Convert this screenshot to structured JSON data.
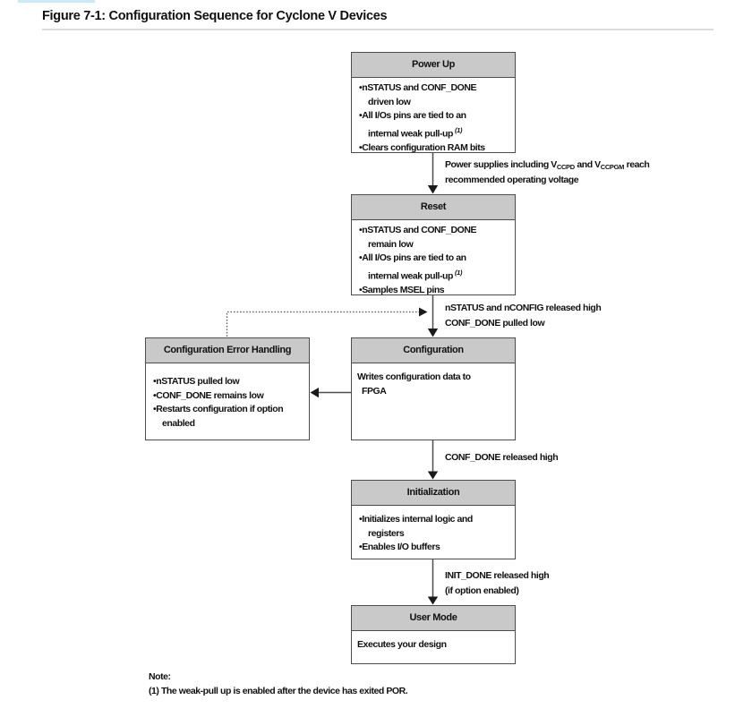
{
  "page": {
    "title": "Figure 7-1: Configuration Sequence for Cyclone V Devices",
    "note_heading": "Note:",
    "note_text": "(1) The weak-pull up is enabled after the device has exited POR."
  },
  "colors": {
    "box_header_fill": "#c9c9c9",
    "box_border": "#4d4d4d",
    "arrow": "#1a1a1a",
    "title_rule": "#dcdcdc",
    "top_accent": "#cfe8f6",
    "text": "#111111"
  },
  "boxes": {
    "power_up": {
      "title": "Power Up",
      "b1l1": "nSTATUS and CONF_DONE",
      "b1l2": "driven low",
      "b2l1": "All I/Os pins are tied to an",
      "b2l2": "internal weak pull-up",
      "b2sup": "(1)",
      "b3l1": "Clears configuration RAM bits"
    },
    "reset": {
      "title": "Reset",
      "b1l1": "nSTATUS and CONF_DONE",
      "b1l2": "remain low",
      "b2l1": "All I/Os pins are tied to an",
      "b2l2": "internal weak pull-up",
      "b2sup": "(1)",
      "b3l1": "Samples MSEL pins"
    },
    "error": {
      "title": "Configuration Error Handling",
      "b1l1": "nSTATUS pulled low",
      "b2l1": "CONF_DONE remains low",
      "b3l1": "Restarts configuration if option",
      "b3l2": "enabled"
    },
    "configuration": {
      "title": "Configuration",
      "l1": "Writes configuration data to",
      "l2": "FPGA"
    },
    "initialization": {
      "title": "Initialization",
      "b1l1": "Initializes internal logic and",
      "b1l2": "registers",
      "b2l1": "Enables I/O buffers"
    },
    "user_mode": {
      "title": "User Mode",
      "l1": "Executes your design"
    }
  },
  "edges": {
    "power_reset": {
      "p1": "Power supplies including V",
      "sub1": "CCPD",
      "p2": " and V",
      "sub2": "CCPGM",
      "p3": " reach",
      "l2": "recommended operating voltage"
    },
    "reset_config": {
      "l1": "nSTATUS and nCONFIG released high",
      "l2": "CONF_DONE pulled low"
    },
    "config_init": {
      "l1": "CONF_DONE released high"
    },
    "init_user": {
      "l1": "INIT_DONE released high",
      "l2": "(if option enabled)"
    }
  }
}
